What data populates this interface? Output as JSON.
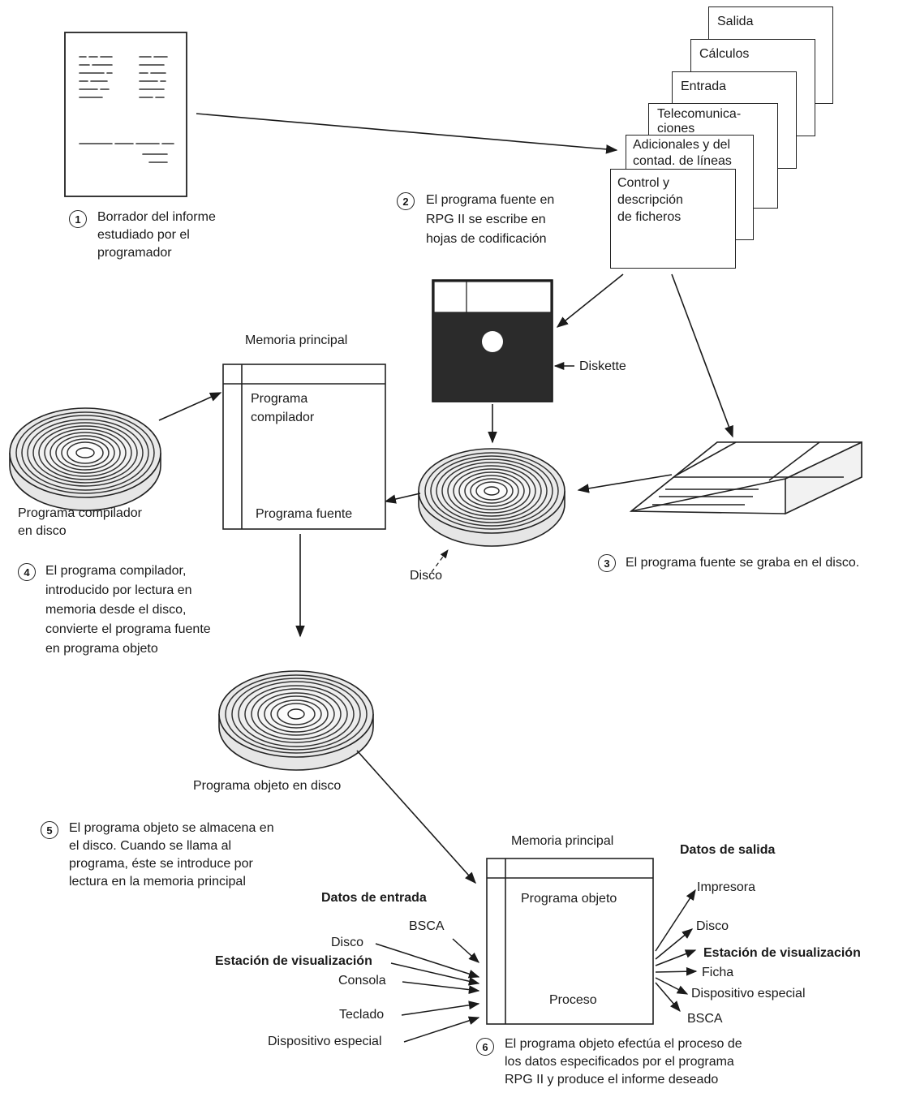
{
  "steps": [
    {
      "n": "1",
      "lines": [
        "Borrador del informe",
        "estudiado por el",
        "programador"
      ]
    },
    {
      "n": "2",
      "lines": [
        "El programa fuente en",
        "RPG II se escribe en",
        "hojas de codificación"
      ]
    },
    {
      "n": "3",
      "lines": [
        "El programa fuente se graba en el disco."
      ]
    },
    {
      "n": "4",
      "lines": [
        "El programa compilador,",
        "introducido por lectura en",
        "memoria desde el disco,",
        "convierte el programa fuente",
        "en programa objeto"
      ]
    },
    {
      "n": "5",
      "lines": [
        "El programa objeto se almacena en",
        "el disco.  Cuando se llama al",
        "programa, éste se introduce por",
        "lectura en la memoria principal"
      ]
    },
    {
      "n": "6",
      "lines": [
        "El programa objeto efectúa el proceso de",
        "los datos especificados por el programa",
        "RPG II y produce el informe deseado"
      ]
    }
  ],
  "coding_sheets": [
    [
      "Salida"
    ],
    [
      "Cálculos"
    ],
    [
      "Entrada"
    ],
    [
      "Telecomunica-",
      "ciones"
    ],
    [
      "Adicionales y del",
      "contad. de líneas"
    ],
    [
      "Control y",
      "descripción",
      "de ficheros"
    ]
  ],
  "labels": {
    "diskette": "Diskette",
    "disco": "Disco",
    "memoria_1": "Memoria principal",
    "programa_compilador": "Programa",
    "programa_compilador_2": "compilador",
    "programa_fuente": "Programa fuente",
    "disco_compilador_1": "Programa compilador",
    "disco_compilador_2": "en disco",
    "disco_objeto": "Programa objeto en disco",
    "memoria_2": "Memoria principal",
    "programa_objeto": "Programa objeto",
    "proceso": "Proceso"
  },
  "datos_entrada": {
    "title": "Datos de entrada",
    "items": [
      "BSCA",
      "Disco",
      "Estación de visualización",
      "Consola",
      "Teclado",
      "Dispositivo especial"
    ]
  },
  "datos_salida": {
    "title": "Datos de salida",
    "items": [
      "Impresora",
      "Disco",
      "Estación de visualización",
      "Ficha",
      "Dispositivo especial",
      "BSCA"
    ]
  }
}
